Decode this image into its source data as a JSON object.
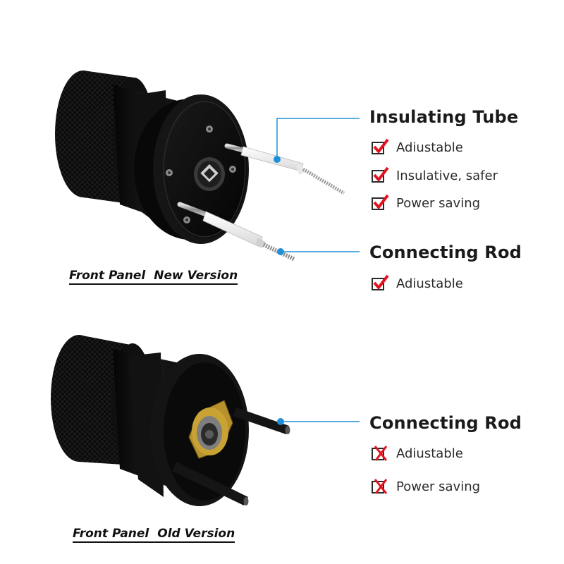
{
  "new_version": {
    "caption_front": "Front Panel",
    "caption_version": "New Version",
    "insulating_tube": {
      "title": "Insulating Tube",
      "features": [
        {
          "label": "Adiustable",
          "status": "check"
        },
        {
          "label": "Insulative, safer",
          "status": "check"
        },
        {
          "label": "Power saving",
          "status": "check"
        }
      ]
    },
    "connecting_rod": {
      "title": "Connecting Rod",
      "features": [
        {
          "label": "Adiustable",
          "status": "check"
        }
      ]
    }
  },
  "old_version": {
    "caption_front": "Front Panel",
    "caption_version": "Old Version",
    "connecting_rod": {
      "title": "Connecting Rod",
      "features": [
        {
          "label": "Adiustable",
          "status": "cross"
        },
        {
          "label": "Power saving",
          "status": "cross"
        }
      ]
    }
  },
  "colors": {
    "callout": "#1e90d8",
    "mark": "#e0141e",
    "body": "#0d0d0d"
  }
}
